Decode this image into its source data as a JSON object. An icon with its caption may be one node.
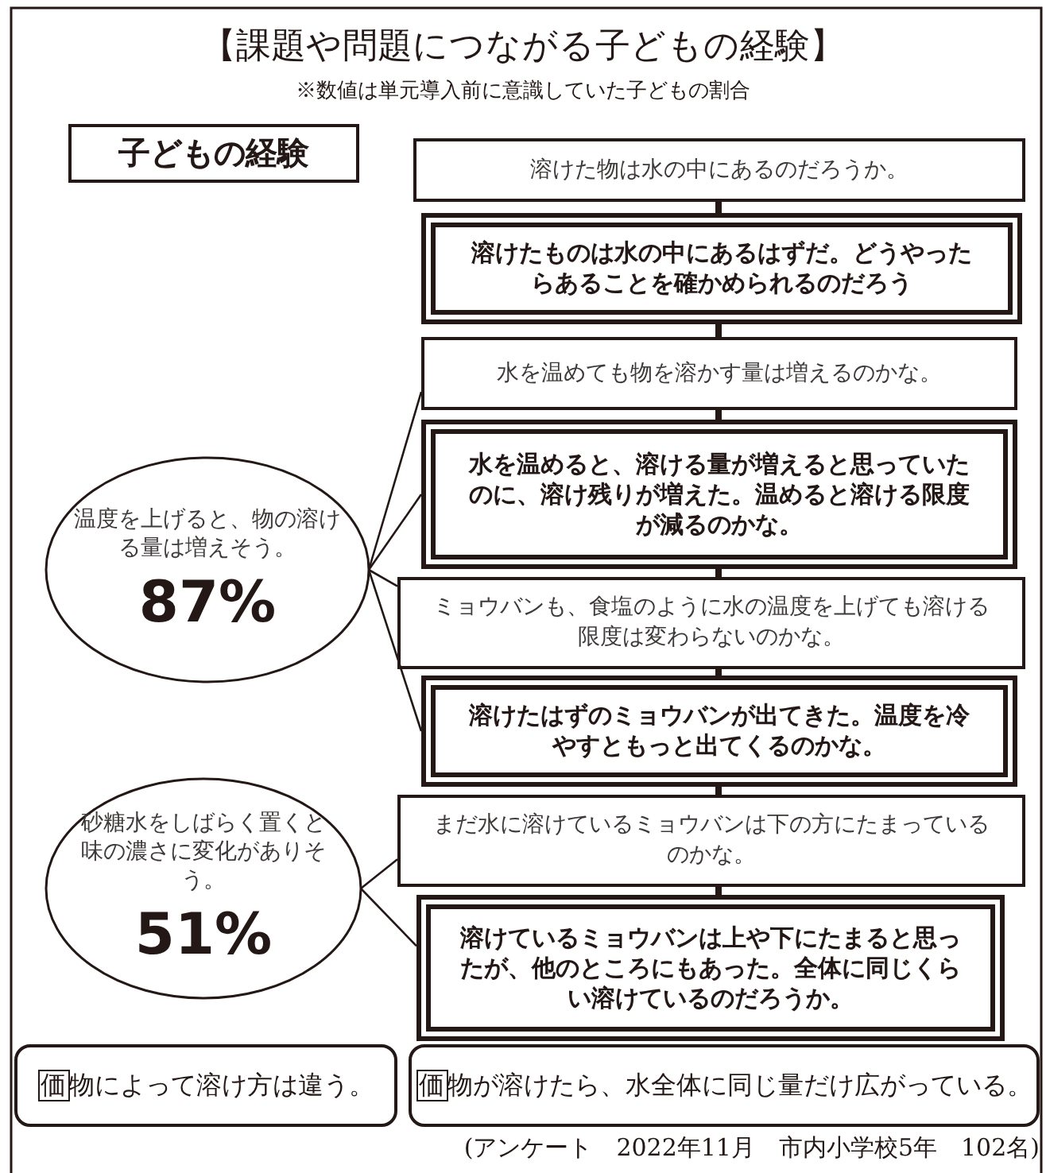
{
  "diagram": {
    "title": "【課題や問題につながる子どもの経験】",
    "nodes": [
      {
        "text": [
          "子どもの経験"
        ]
      },
      {
        "text": [
          "溶けた物は水の中にあるのだろうか。"
        ]
      },
      {
        "text": [
          "溶けたものは水の中にあるはずだ。どうやったらあることを確かめられるのだろう"
        ]
      },
      {
        "text": [
          "水を温めても物を溶かす量は増えるのかな。"
        ]
      },
      {
        "text": [
          "水を温めると、溶ける量が増えると思っていたのに、溶け残りが増えた。温めると溶ける限度が減るのかな。"
        ]
      },
      {
        "text": [
          "ミョウバンも、食塩のように水の温度を上げても溶ける限度は変わらないのかな。"
        ]
      },
      {
        "text": [
          "溶けたはずのミョウバンが出てきた。温度を冷やすともっと出てくるのかな。"
        ]
      },
      {
        "text": [
          "まだ水に溶けているミョウバンは下の方にたまっているのかな。"
        ]
      },
      {
        "text": [
          "溶けているミョウバンは上や下にたまると思ったが、他のところにもあった。全体に同じくらい溶けているのだろうか。"
        ]
      },
      {
        "text": [
          "温度を上げると、物の溶ける量は増えそう。",
          "87%"
        ]
      },
      {
        "text": [
          "砂糖水をしばらく置くと味の濃さに変化がありそう。",
          "51%"
        ]
      },
      {
        "text": [
          "価",
          "物によって溶け方は違う。"
        ]
      },
      {
        "text": [
          "価",
          "物が溶けたら、水全体に同じ量だけ広がっている。"
        ]
      }
    ],
    "edges": [
      {
        "from": 1,
        "to": 2,
        "arrow": "none"
      },
      {
        "from": 2,
        "to": 3,
        "arrow": "none"
      },
      {
        "from": 3,
        "to": 4,
        "arrow": "none"
      },
      {
        "from": 4,
        "to": 5,
        "arrow": "none"
      },
      {
        "from": 5,
        "to": 6,
        "arrow": "none"
      },
      {
        "from": 6,
        "to": 7,
        "arrow": "none"
      },
      {
        "from": 7,
        "to": 8,
        "arrow": "none"
      },
      {
        "from": 9,
        "to": 3,
        "arrow": "none"
      },
      {
        "from": 9,
        "to": 4,
        "arrow": "none"
      },
      {
        "from": 9,
        "to": 5,
        "arrow": "none"
      },
      {
        "from": 9,
        "to": 6,
        "arrow": "none"
      },
      {
        "from": 10,
        "to": 7,
        "arrow": "none"
      },
      {
        "from": 10,
        "to": 8,
        "arrow": "none"
      }
    ],
    "labels": [
      "※数値は単元導入前に意識していた子どもの割合",
      "(アンケート　2022年11月　市内小学校5年　102名)"
    ]
  }
}
